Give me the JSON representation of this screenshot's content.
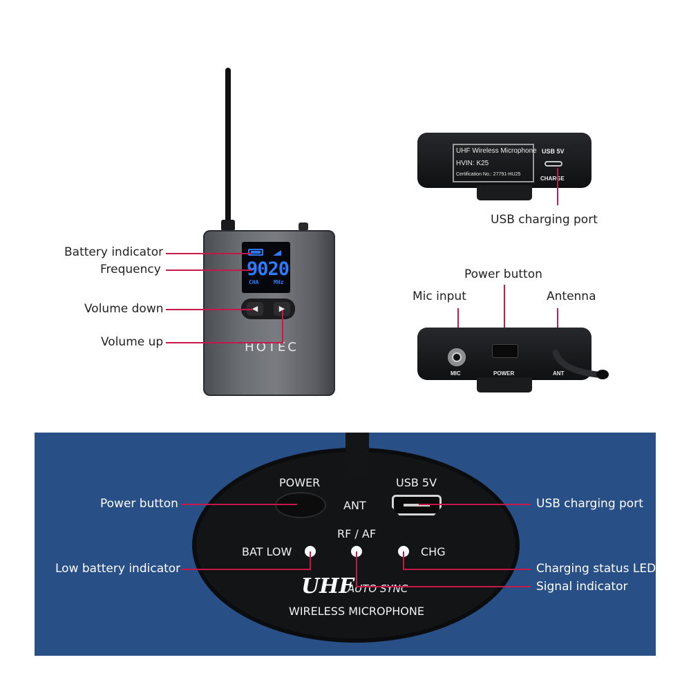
{
  "bodypack": {
    "brand": "HOTEC",
    "lcd_frequency": "9020",
    "lcd_channel": "CHA",
    "lcd_unit": "MHz",
    "vol_down_glyph": "◀",
    "vol_up_glyph": "▶",
    "callouts": {
      "battery": "Battery indicator",
      "frequency": "Frequency",
      "volume_down": "Volume down",
      "volume_up": "Volume up"
    }
  },
  "top_view": {
    "label_lines": [
      "UHF Wireless Microphone",
      "HVIN: K25",
      "Certification No.: 27791-HU25"
    ],
    "usb_label": "USB 5V",
    "charge_label": "CHARGE",
    "callout": "USB charging port"
  },
  "bottom_view": {
    "mic_label": "MIC",
    "power_label": "POWER",
    "ant_label": "ANT",
    "callouts": {
      "power": "Power button",
      "mic": "Mic input",
      "antenna": "Antenna"
    }
  },
  "receiver": {
    "power": "POWER",
    "ant": "ANT",
    "usb": "USB 5V",
    "rf_af": "RF / AF",
    "bat_low": "BAT LOW",
    "chg": "CHG",
    "uhf": "UHF",
    "auto_sync": "AUTO SYNC",
    "wireless": "WIRELESS MICROPHONE",
    "callouts": {
      "power_button": "Power button",
      "usb_port": "USB charging port",
      "low_battery": "Low battery indicator",
      "charging_led": "Charging status LED",
      "signal": "Signal indicator"
    }
  },
  "colors": {
    "pin": "#c8174a",
    "panel": "#284f86",
    "lcd": "#2d7cff"
  }
}
